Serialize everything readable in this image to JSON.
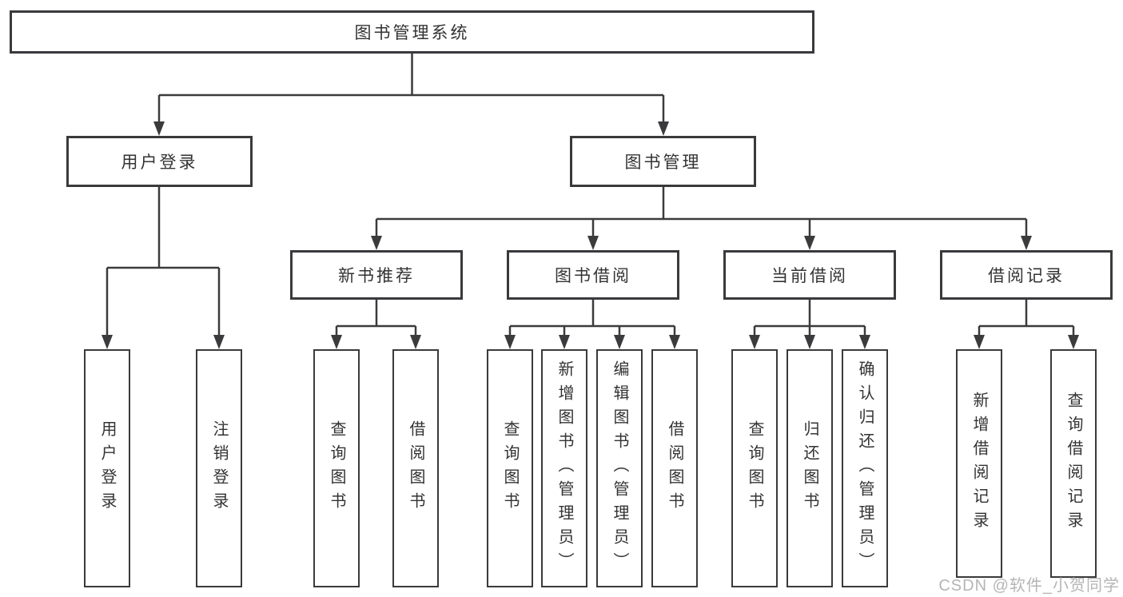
{
  "tree": {
    "root": "图书管理系统",
    "children": [
      {
        "label": "用户登录",
        "children": [
          "用户登录",
          "注销登录"
        ]
      },
      {
        "label": "图书管理",
        "children": [
          {
            "label": "新书推荐",
            "children": [
              "查询图书",
              "借阅图书"
            ]
          },
          {
            "label": "图书借阅",
            "children": [
              "查询图书",
              "新增图书（管理员）",
              "编辑图书（管理员）",
              "借阅图书"
            ]
          },
          {
            "label": "当前借阅",
            "children": [
              "查询图书",
              "归还图书",
              "确认归还（管理员）"
            ]
          },
          {
            "label": "借阅记录",
            "children": [
              "新增借阅记录",
              "查询借阅记录"
            ]
          }
        ]
      }
    ]
  },
  "watermark": {
    "text": "CSDN @软件_小贺同学"
  },
  "colors": {
    "line": "#3b3b3d",
    "box_border": "#3a3a3d",
    "text": "#333333",
    "background": "#ffffff",
    "watermark": "#b5b5b5"
  }
}
